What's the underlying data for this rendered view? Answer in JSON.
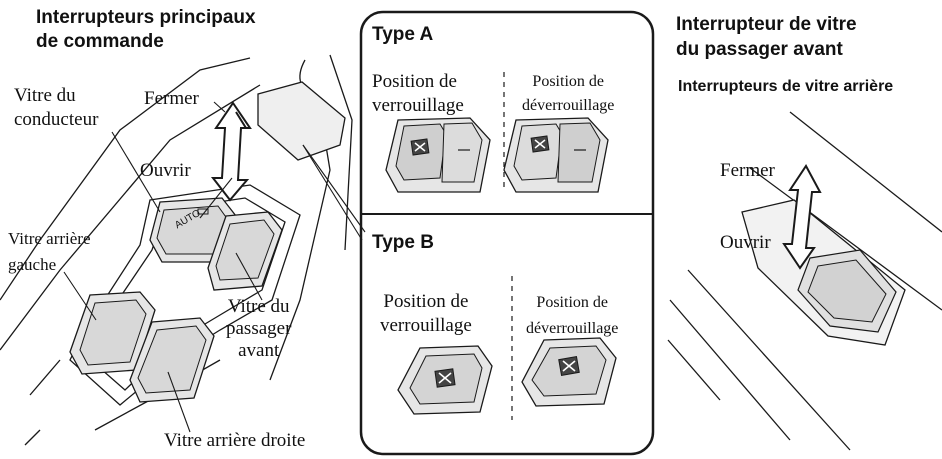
{
  "left_panel": {
    "heading_line1": "Interrupteurs principaux",
    "heading_line2": "de commande",
    "label_fermer": "Fermer",
    "label_ouvrir": "Ouvrir",
    "label_driver_line1": "Vitre du",
    "label_driver_line2": "conducteur",
    "label_rear_left_line1": "Vitre arrière",
    "label_rear_left_line2": "gauche",
    "label_front_pass_line1": "Vitre du",
    "label_front_pass_line2": "passager",
    "label_front_pass_line3": "avant",
    "label_rear_right": "Vitre arrière droite",
    "auto_text": "AUTO"
  },
  "middle_panel": {
    "type_a_title": "Type A",
    "type_a_lock_line1": "Position de",
    "type_a_lock_line2": "verrouillage",
    "type_a_unlock_line1": "Position de",
    "type_a_unlock_line2": "déverrouillage",
    "type_b_title": "Type B",
    "type_b_lock_line1": "Position de",
    "type_b_lock_line2": "verrouillage",
    "type_b_unlock_line1": "Position de",
    "type_b_unlock_line2": "déverrouillage"
  },
  "right_panel": {
    "heading_line1": "Interrupteur de vitre",
    "heading_line2": "du passager avant",
    "subheading": "Interrupteurs de vitre arrière",
    "label_fermer": "Fermer",
    "label_ouvrir": "Ouvrir"
  },
  "colors": {
    "line": "#1a1a1a",
    "switch_face": "#e6e6e6",
    "switch_shadow": "#b5b5b5",
    "lock_icon": "#444444"
  }
}
